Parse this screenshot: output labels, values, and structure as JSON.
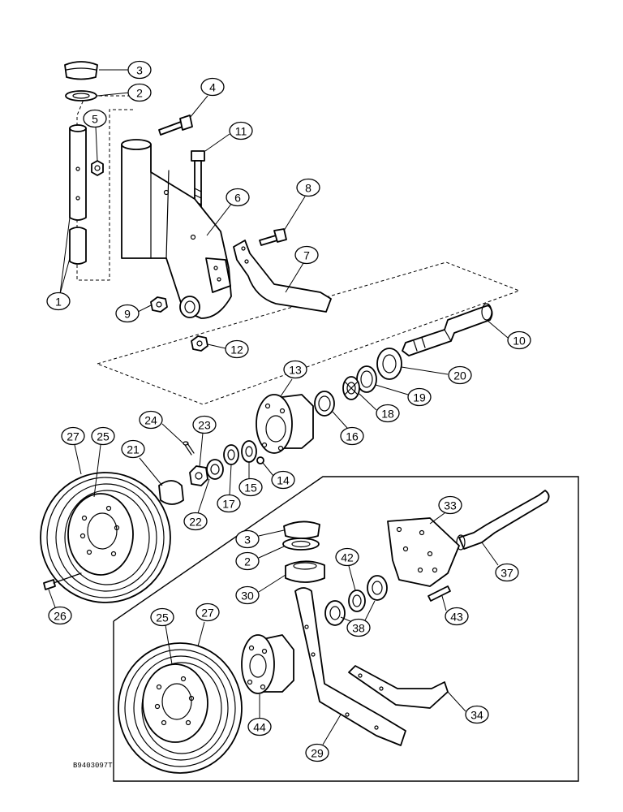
{
  "figure_ref": "B9403097T",
  "callouts": [
    {
      "id": "c1",
      "label": "1"
    },
    {
      "id": "c2a",
      "label": "2"
    },
    {
      "id": "c3a",
      "label": "3"
    },
    {
      "id": "c4",
      "label": "4"
    },
    {
      "id": "c5",
      "label": "5"
    },
    {
      "id": "c6",
      "label": "6"
    },
    {
      "id": "c7",
      "label": "7"
    },
    {
      "id": "c8",
      "label": "8"
    },
    {
      "id": "c9",
      "label": "9"
    },
    {
      "id": "c10",
      "label": "10"
    },
    {
      "id": "c11",
      "label": "11"
    },
    {
      "id": "c12",
      "label": "12"
    },
    {
      "id": "c13",
      "label": "13"
    },
    {
      "id": "c14",
      "label": "14"
    },
    {
      "id": "c15",
      "label": "15"
    },
    {
      "id": "c16",
      "label": "16"
    },
    {
      "id": "c17",
      "label": "17"
    },
    {
      "id": "c18",
      "label": "18"
    },
    {
      "id": "c19",
      "label": "19"
    },
    {
      "id": "c20",
      "label": "20"
    },
    {
      "id": "c21",
      "label": "21"
    },
    {
      "id": "c22",
      "label": "22"
    },
    {
      "id": "c23",
      "label": "23"
    },
    {
      "id": "c24",
      "label": "24"
    },
    {
      "id": "c25a",
      "label": "25"
    },
    {
      "id": "c26",
      "label": "26"
    },
    {
      "id": "c27a",
      "label": "27"
    },
    {
      "id": "c33",
      "label": "33"
    },
    {
      "id": "c3b",
      "label": "3"
    },
    {
      "id": "c2b",
      "label": "2"
    },
    {
      "id": "c42",
      "label": "42"
    },
    {
      "id": "c37",
      "label": "37"
    },
    {
      "id": "c30",
      "label": "30"
    },
    {
      "id": "c43",
      "label": "43"
    },
    {
      "id": "c38",
      "label": "38"
    },
    {
      "id": "c25b",
      "label": "25"
    },
    {
      "id": "c27b",
      "label": "27"
    },
    {
      "id": "c34",
      "label": "34"
    },
    {
      "id": "c44",
      "label": "44"
    },
    {
      "id": "c29",
      "label": "29"
    }
  ]
}
